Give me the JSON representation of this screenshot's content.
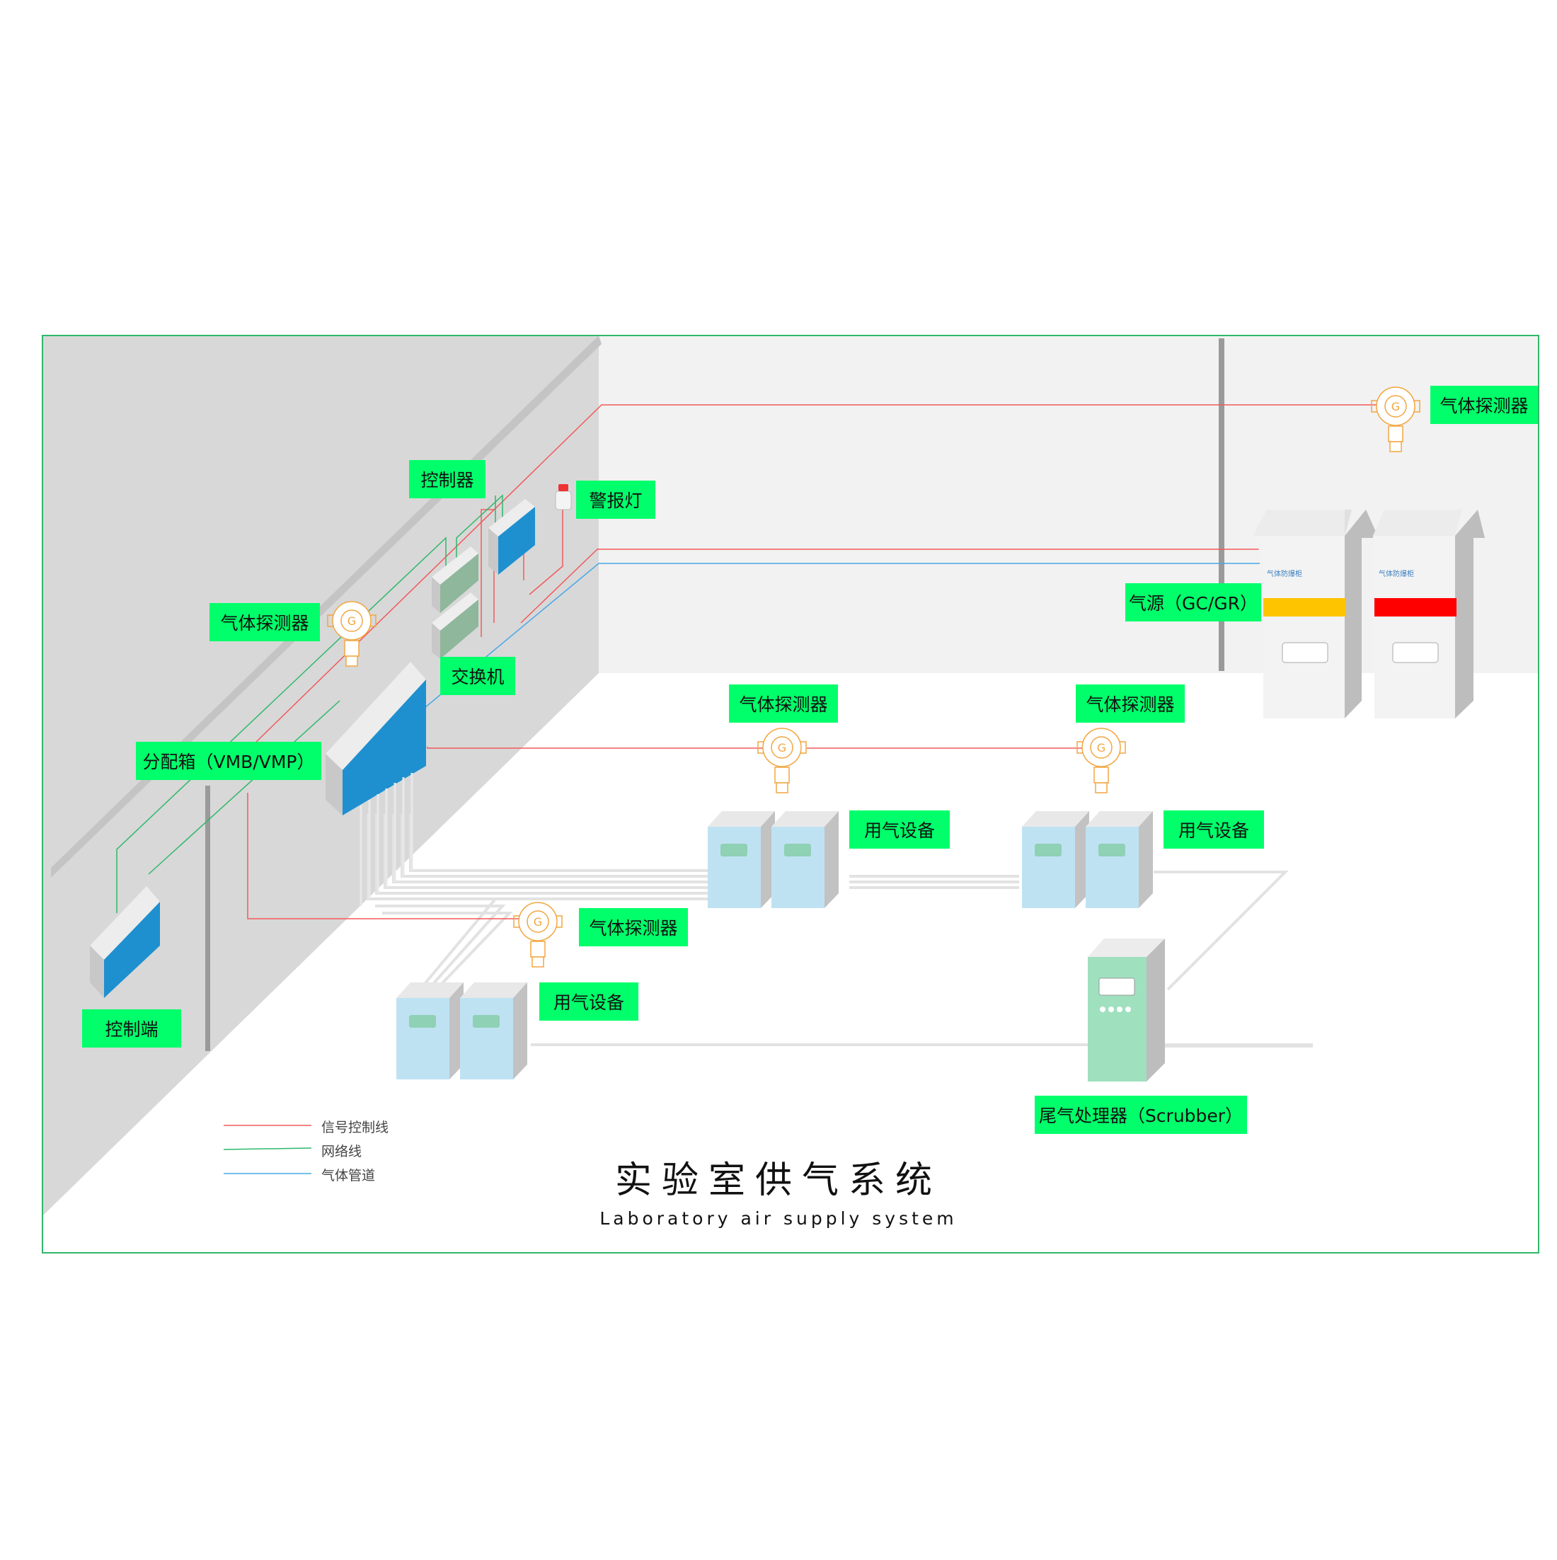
{
  "title": "实验室供气系统",
  "subtitle": "Laboratory air supply system",
  "labels": {
    "controller": "控制器",
    "alarm_light": "警报灯",
    "detector_top_right": "气体探测器",
    "detector_wall": "气体探测器",
    "switch": "交换机",
    "gas_source": "气源（GC/GR）",
    "detector_mid_1": "气体探测器",
    "detector_mid_2": "气体探测器",
    "distribution_box": "分配箱（VMB/VMP）",
    "equipment_1": "用气设备",
    "equipment_2": "用气设备",
    "detector_low": "气体探测器",
    "equipment_3": "用气设备",
    "control_terminal": "控制端",
    "scrubber": "尾气处理器（Scrubber）"
  },
  "cabinet_text": "气体防爆柜",
  "detector_glyph": "G",
  "legend": [
    {
      "label": "信号控制线",
      "color": "#f25a5a"
    },
    {
      "label": "网络线",
      "color": "#2fb86a"
    },
    {
      "label": "气体管道",
      "color": "#4aa8e6"
    }
  ],
  "colors": {
    "wall_left": "#d8d8d8",
    "wall_back": "#f2f2f2",
    "frame": "#2fb86a",
    "panel_blue": "#1e90d0",
    "equipment": "#bfe2f3",
    "cabinet_yellow": "#ffc400",
    "cabinet_red": "#ff0000",
    "scrubber": "#9fe0bf",
    "label_bg": "#00ff6a",
    "detector": "#f2a640"
  }
}
